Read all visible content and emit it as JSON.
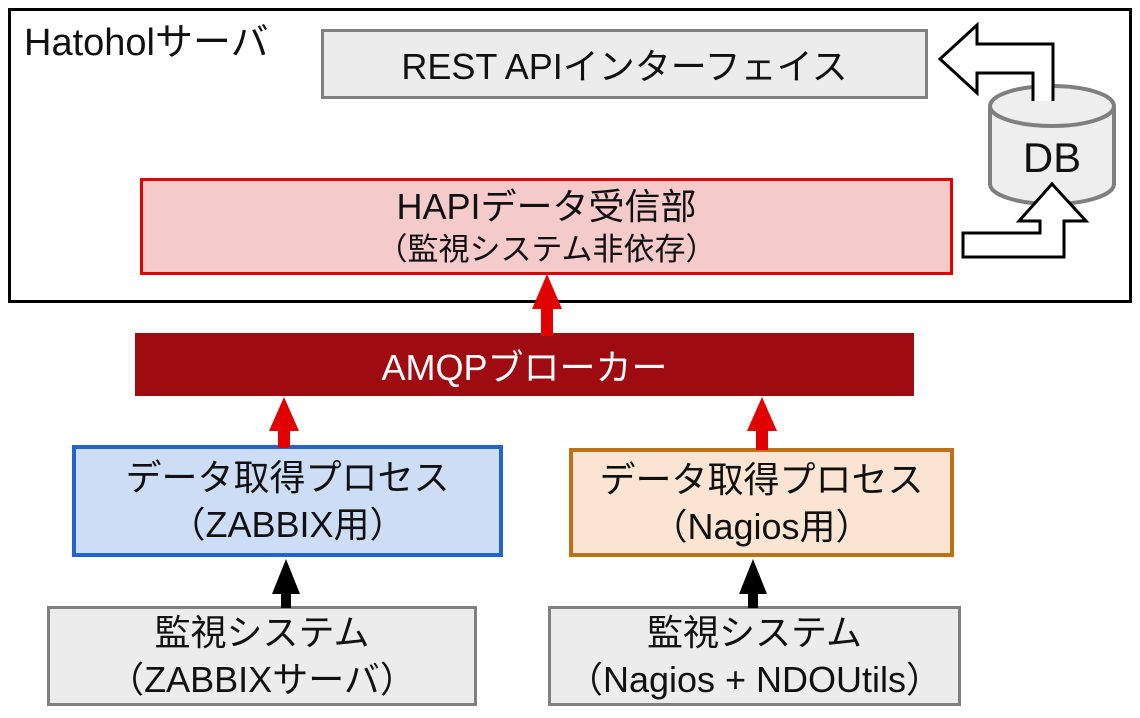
{
  "diagram": {
    "server_group": {
      "label": "Hatoholサーバ"
    },
    "rest_api": {
      "label": "REST APIインターフェイス"
    },
    "db": {
      "label": "DB"
    },
    "hapi_receiver": {
      "line1": "HAPIデータ受信部",
      "line2": "（監視システム非依存）"
    },
    "amqp_broker": {
      "label": "AMQPブローカー"
    },
    "zabbix_process": {
      "line1": "データ取得プロセス",
      "line2": "（ZABBIX用）"
    },
    "nagios_process": {
      "line1": "データ取得プロセス",
      "line2": "（Nagios用）"
    },
    "zabbix_system": {
      "line1": "監視システム",
      "line2": "（ZABBIXサーバ）"
    },
    "nagios_system": {
      "line1": "監視システム",
      "line2": "（Nagios + NDOUtils）"
    }
  },
  "colors": {
    "red_arrow": "#e00000",
    "black_arrow": "#000000",
    "amqp_fill": "#9e0b10",
    "hapi_fill": "#f4caca",
    "hapi_border": "#e00000",
    "zabbix_fill": "#cdddf5",
    "zabbix_border": "#2263cd",
    "nagios_fill": "#fbe5d2",
    "nagios_border": "#bd7218",
    "gray_fill": "#ececec",
    "gray_border": "#7f7f7f",
    "outline_arrow_fill": "#ffffff",
    "outline_arrow_stroke": "#000000",
    "db_fill": "#eeeeee",
    "db_stroke": "#7f7f7f"
  }
}
